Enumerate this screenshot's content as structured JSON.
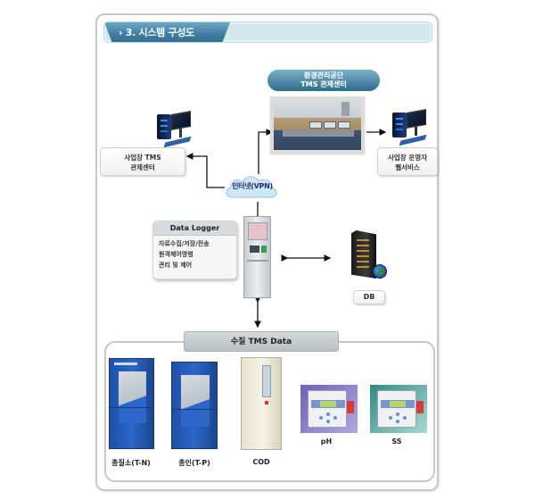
{
  "section": {
    "title": "› 3. 시스템 구성도"
  },
  "control_center": {
    "title_line1": "환경관리공단",
    "title_line2": "TMS 관제센터"
  },
  "nodes": {
    "site_tms": {
      "line1": "사업장 TMS",
      "line2": "관제센터"
    },
    "site_web": {
      "line1": "사업장 운영자",
      "line2": "웹서비스"
    },
    "internet": {
      "label": "인터넷(VPN)"
    },
    "db": {
      "label": "DB"
    }
  },
  "data_logger": {
    "title": "Data Logger",
    "functions": [
      "자료수집/저장/전송",
      "원격제어명령",
      "관리 및 제어"
    ]
  },
  "water_tms": {
    "title": "수질 TMS Data",
    "devices": [
      {
        "label": "총질소(T-N)",
        "type": "blue-analyzer"
      },
      {
        "label": "총인(T-P)",
        "type": "blue-analyzer"
      },
      {
        "label": "COD",
        "type": "cod-analyzer"
      },
      {
        "label": "pH",
        "type": "meter",
        "accent": "#8e7bd0"
      },
      {
        "label": "SS",
        "type": "meter",
        "accent": "#3e9a95"
      }
    ]
  },
  "colors": {
    "accent": "#3f7ea3",
    "title_bar": "#d3e6ec",
    "cloud": "#cfe6f7",
    "cloud_text": "#1e2f6b"
  }
}
